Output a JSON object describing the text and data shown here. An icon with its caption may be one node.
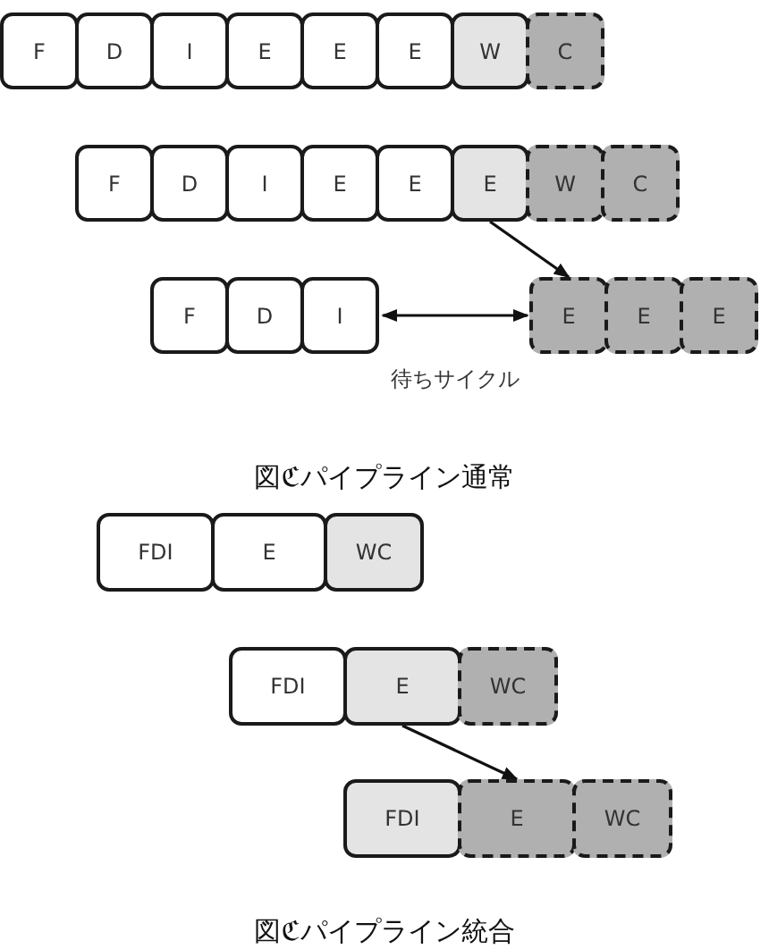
{
  "diagram": {
    "nodes": [
      {
        "text": [
          "F"
        ]
      },
      {
        "text": [
          "D"
        ]
      },
      {
        "text": [
          "I"
        ]
      },
      {
        "text": [
          "E"
        ]
      },
      {
        "text": [
          "E"
        ]
      },
      {
        "text": [
          "E"
        ]
      },
      {
        "text": [
          "W"
        ]
      },
      {
        "text": [
          "C"
        ]
      },
      {
        "text": [
          "F"
        ]
      },
      {
        "text": [
          "D"
        ]
      },
      {
        "text": [
          "I"
        ]
      },
      {
        "text": [
          "E"
        ]
      },
      {
        "text": [
          "E"
        ]
      },
      {
        "text": [
          "E"
        ]
      },
      {
        "text": [
          "W"
        ]
      },
      {
        "text": [
          "C"
        ]
      },
      {
        "text": [
          "F"
        ]
      },
      {
        "text": [
          "D"
        ]
      },
      {
        "text": [
          "I"
        ]
      },
      {
        "text": [
          "E"
        ]
      },
      {
        "text": [
          "E"
        ]
      },
      {
        "text": [
          "E"
        ]
      },
      {
        "text": [
          "FDI"
        ]
      },
      {
        "text": [
          "E"
        ]
      },
      {
        "text": [
          "WC"
        ]
      },
      {
        "text": [
          "FDI"
        ]
      },
      {
        "text": [
          "E"
        ]
      },
      {
        "text": [
          "WC"
        ]
      },
      {
        "text": [
          "FDI"
        ]
      },
      {
        "text": [
          "E"
        ]
      },
      {
        "text": [
          "WC"
        ]
      }
    ],
    "edges": [
      {
        "from": 13,
        "to": 19,
        "arrow": "to"
      },
      {
        "from": 18,
        "to": 19,
        "arrow": "both",
        "label": "待ちサイクル"
      },
      {
        "from": 26,
        "to": 29,
        "arrow": "to"
      }
    ],
    "labels": [
      "図ℭパイプライン通常",
      "図ℭパイプライン統合"
    ]
  }
}
